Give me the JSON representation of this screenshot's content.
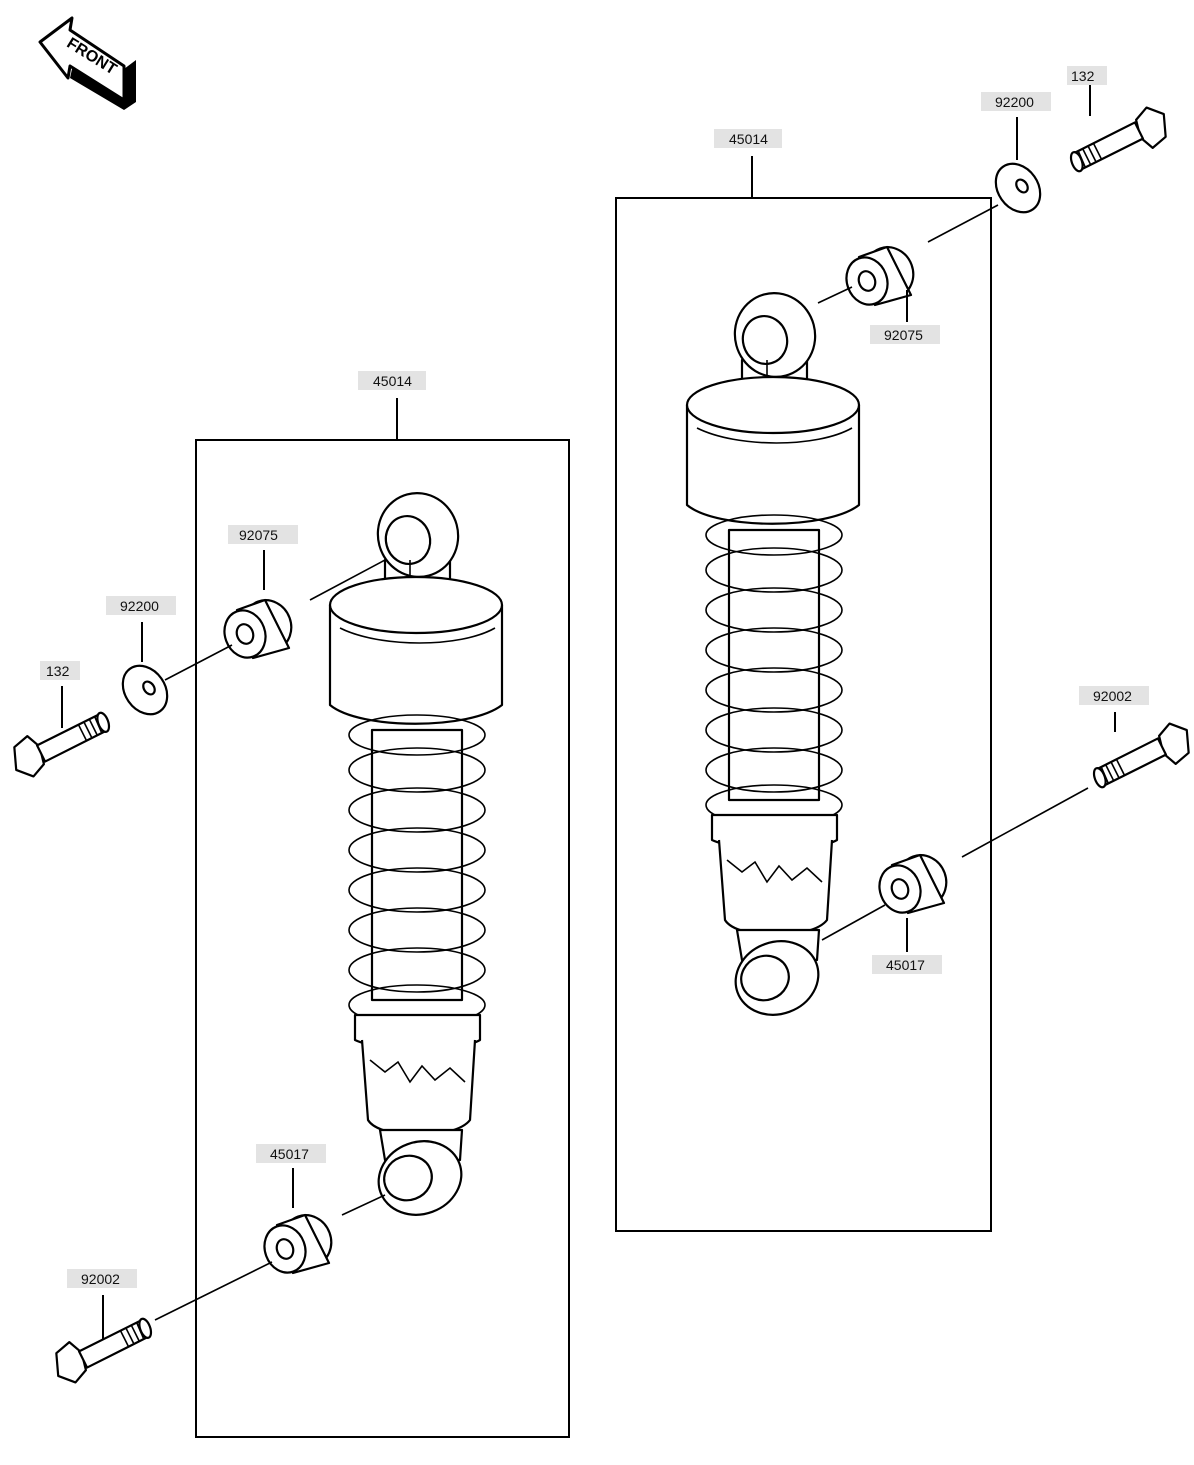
{
  "front_arrow": {
    "label": "FRONT",
    "icon": "front-direction-arrow-icon"
  },
  "left_assembly": {
    "group_label": "45014",
    "labels": {
      "bush_top": "92075",
      "washer": "92200",
      "bolt_top": "132",
      "bush_bottom": "45017",
      "bolt_bottom": "92002"
    }
  },
  "right_assembly": {
    "group_label": "45014",
    "labels": {
      "washer": "92200",
      "bolt_top": "132",
      "bush_top": "92075",
      "bolt_bottom": "92002",
      "bush_bottom": "45017"
    }
  },
  "colors": {
    "line": "#000000",
    "label_background": "#e3e3e3",
    "page": "#ffffff"
  }
}
